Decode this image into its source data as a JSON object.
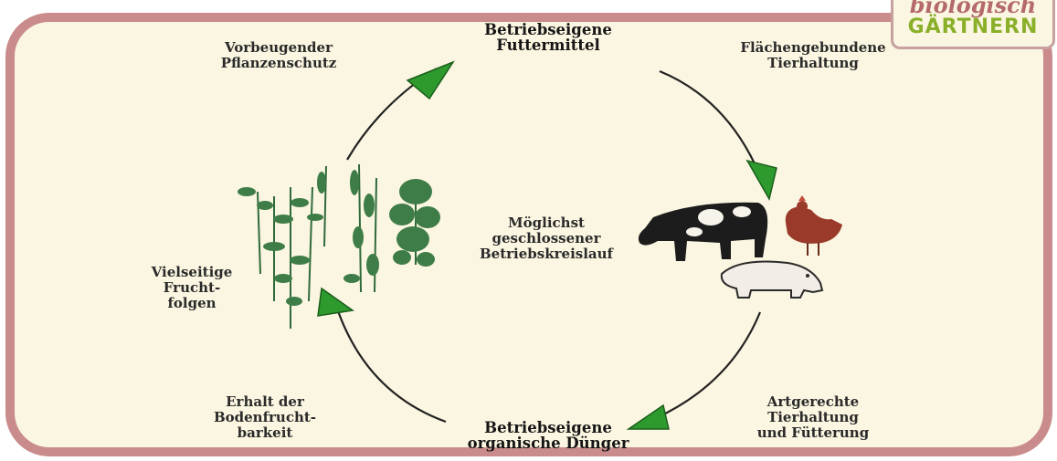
{
  "logo": {
    "line1": "biologisch",
    "line2": "GÄRTNERN"
  },
  "cycle": {
    "top": "Betriebseigene\nFuttermittel",
    "bottom": "Betriebseigene\norganische Dünger",
    "center": "Möglichst\ngeschlossener\nBetriebskreislauf"
  },
  "aspects": {
    "top_left": "Vorbeugender\nPflanzenschutz",
    "top_right": "Flächengebundene\nTierhaltung",
    "left": "Vielseitige\nFrucht-\nfolgen",
    "bottom_left": "Erhalt der\nBodenfrucht-\nbarkeit",
    "bottom_right": "Artgerechte\nTierhaltung\nund Fütterung"
  },
  "colors": {
    "frame": "#c98b8b",
    "background": "#fbf6e1",
    "arrowhead": "#2e9a2e",
    "plants": "#2f6b3a",
    "cow": "#1c1c1c",
    "hen": "#9a3a2a",
    "pig": "#f2ede6"
  },
  "icons": [
    "plants-illustration",
    "cow-illustration",
    "hen-illustration",
    "pig-illustration"
  ]
}
